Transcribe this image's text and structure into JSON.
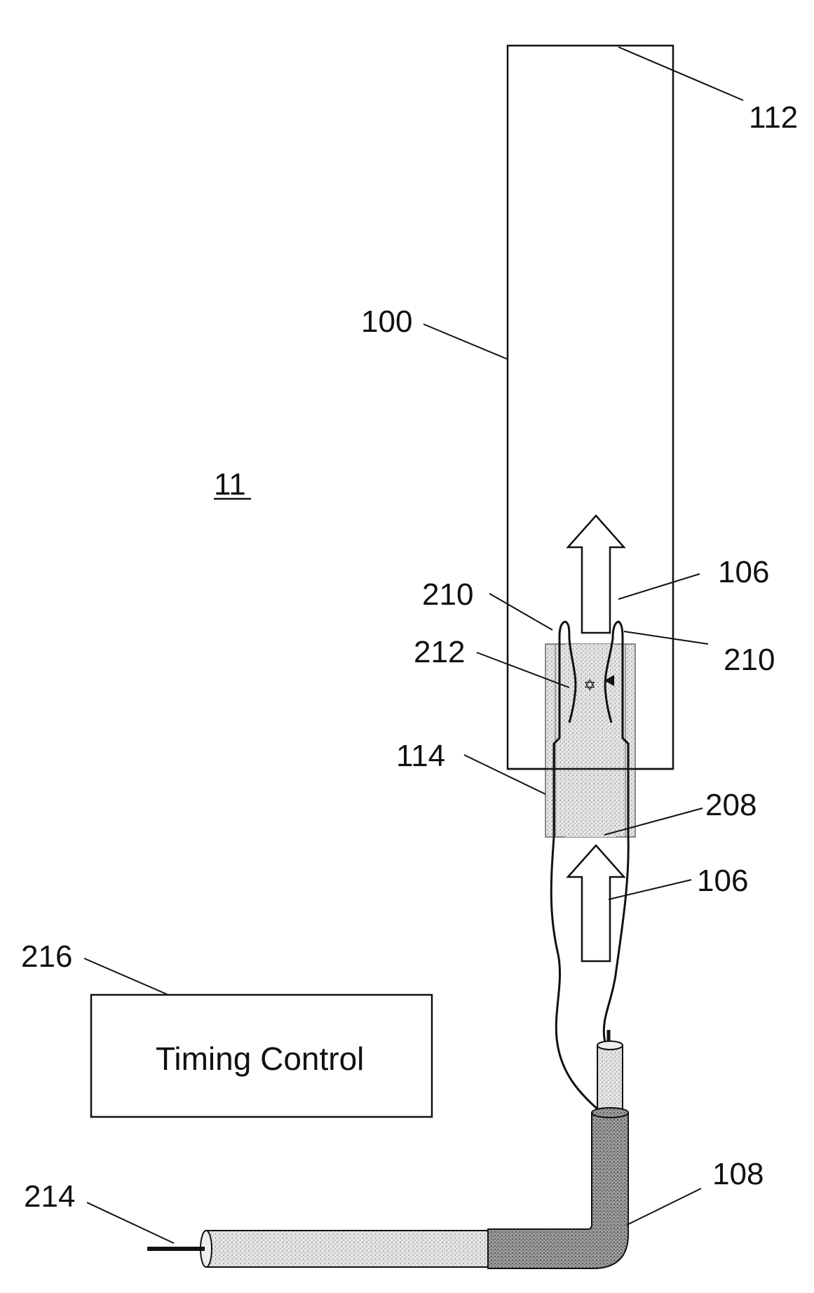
{
  "figure": {
    "ref_100": "100",
    "ref_112": "112",
    "ref_11": "11",
    "ref_106_top": "106",
    "ref_210_left": "210",
    "ref_210_right": "210",
    "ref_212": "212",
    "ref_114": "114",
    "ref_208": "208",
    "ref_106_bottom": "106",
    "ref_216": "216",
    "ref_108": "108",
    "ref_214": "214",
    "timing_control_label": "Timing Control"
  },
  "colors": {
    "line": "#111111",
    "stipple": "#bdbdbd",
    "stipple_dark": "#7a7a7a",
    "background": "#ffffff"
  }
}
